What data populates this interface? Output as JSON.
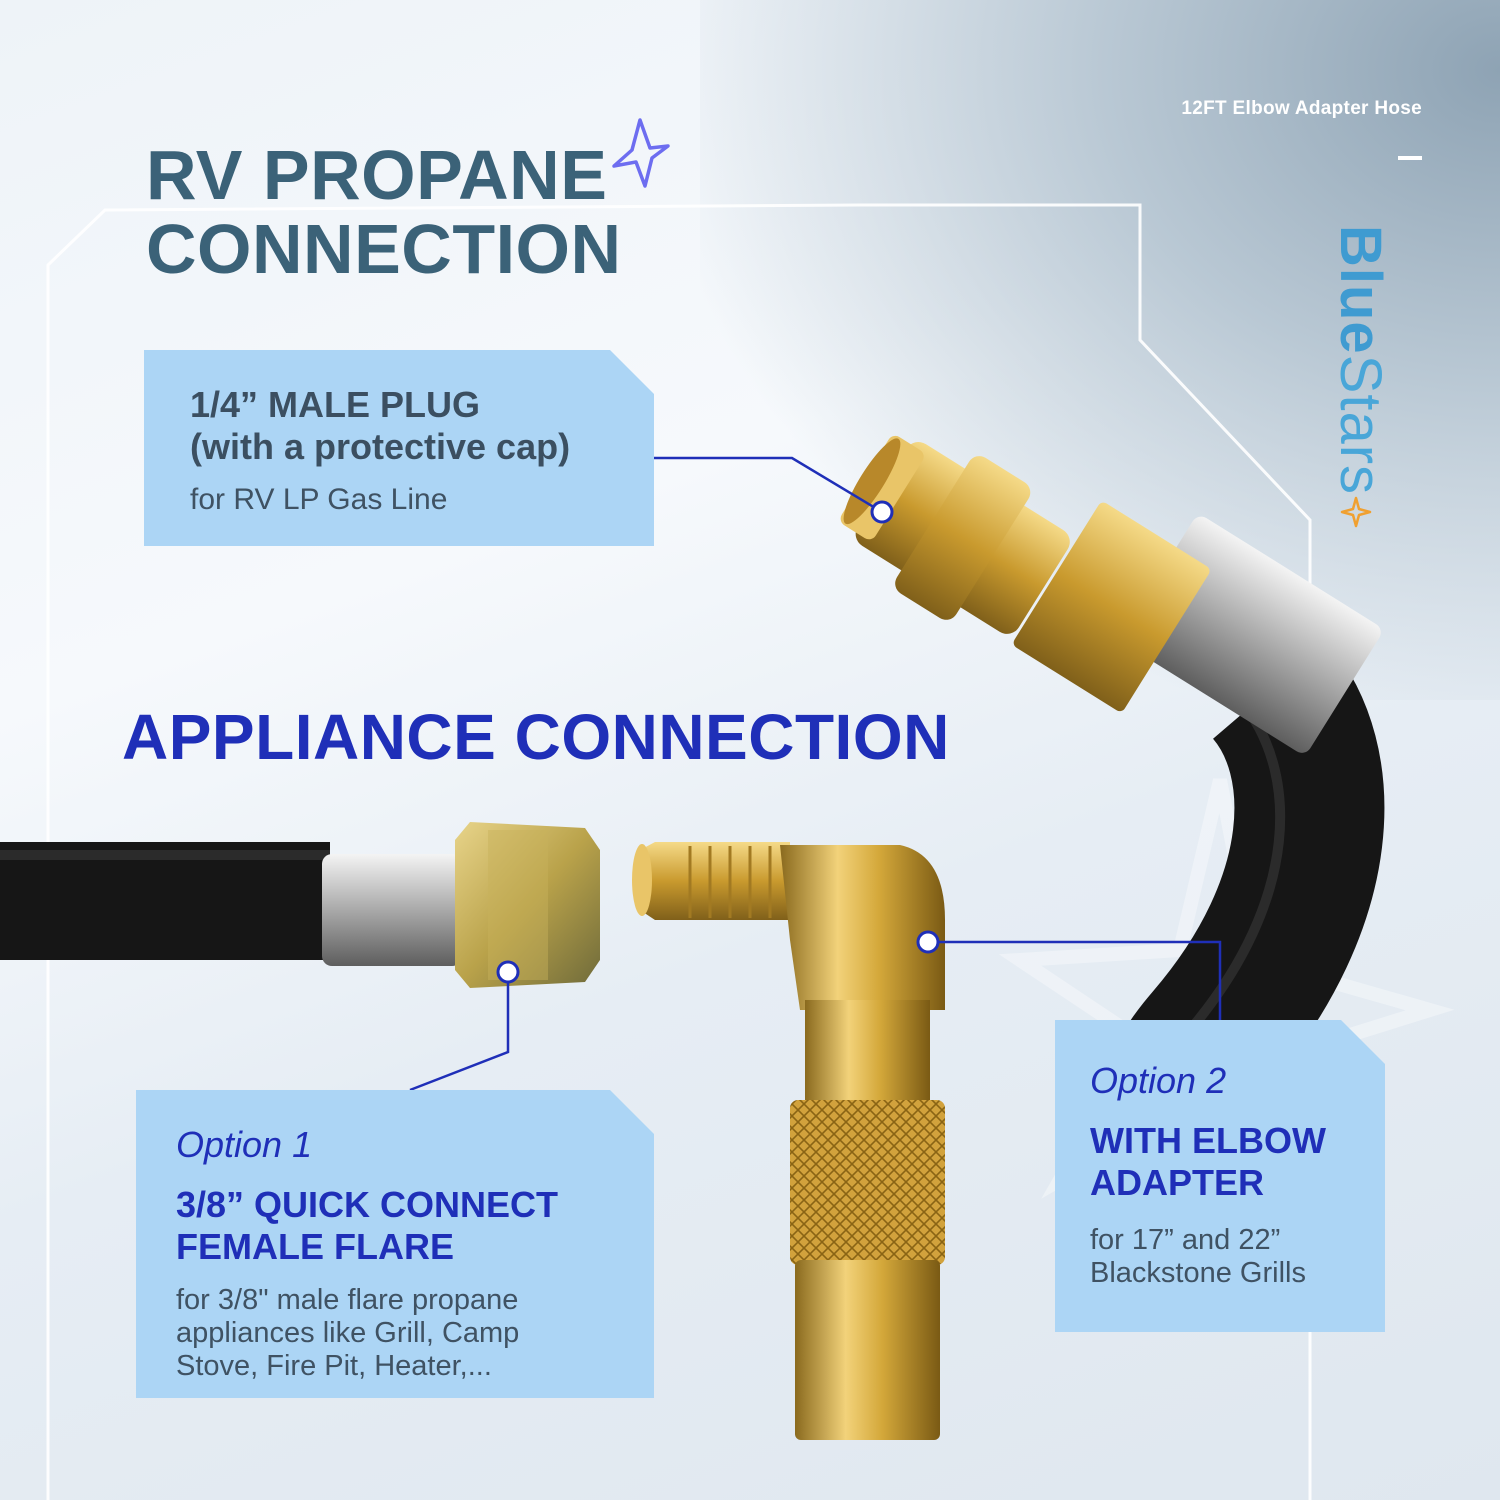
{
  "header": {
    "tagline": "12FT Elbow Adapter Hose",
    "brand_blue": "Blue",
    "brand_stars": "Stars"
  },
  "titles": {
    "rv_line1": "RV PROPANE",
    "rv_line2": "CONNECTION",
    "appliance": "APPLIANCE CONNECTION"
  },
  "callouts": {
    "male_plug": {
      "heading_line1": "1/4” MALE PLUG",
      "heading_line2": "(with a protective cap)",
      "subtext": "for RV LP Gas Line"
    },
    "option1": {
      "option_label": "Option 1",
      "heading_line1": "3/8” QUICK CONNECT",
      "heading_line2": "FEMALE FLARE",
      "desc_line1": "for 3/8\" male flare propane",
      "desc_line2": "appliances like Grill, Camp",
      "desc_line3": "Stove, Fire Pit, Heater,..."
    },
    "option2": {
      "option_label": "Option 2",
      "heading_line1": "WITH ELBOW",
      "heading_line2": "ADAPTER",
      "desc_line1": "for 17” and 22”",
      "desc_line2": "Blackstone Grills"
    }
  },
  "colors": {
    "heading_slate": "#3b6278",
    "accent_blue": "#1f2fb8",
    "callout_bg": "#acd5f5",
    "brand_blue": "#49a6d8",
    "star_orange": "#f0a030"
  },
  "icons": [
    "sparkle-star-icon",
    "brand-star-icon",
    "watermark-star-icon"
  ]
}
